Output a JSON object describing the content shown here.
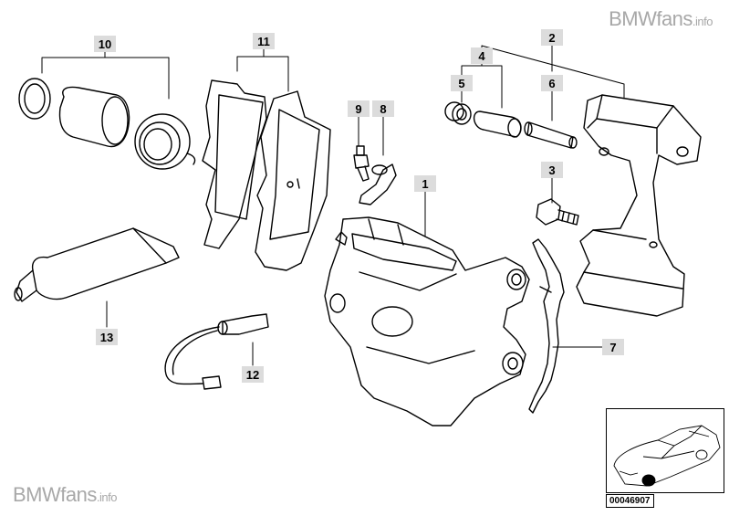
{
  "watermark_top": {
    "brand": "BMWfans",
    "suffix": ".info"
  },
  "watermark_bottom": {
    "brand": "BMWfans",
    "suffix": ".info"
  },
  "diagram_number": "00046907",
  "callouts": {
    "c10": "10",
    "c11": "11",
    "c9": "9",
    "c8": "8",
    "c2": "2",
    "c4": "4",
    "c5": "5",
    "c6": "6",
    "c3": "3",
    "c1": "1",
    "c13": "13",
    "c12": "12",
    "c7": "7"
  },
  "colors": {
    "line": "#000000",
    "label_bg": "#dcdcdc",
    "watermark": "#a8a8a8"
  }
}
